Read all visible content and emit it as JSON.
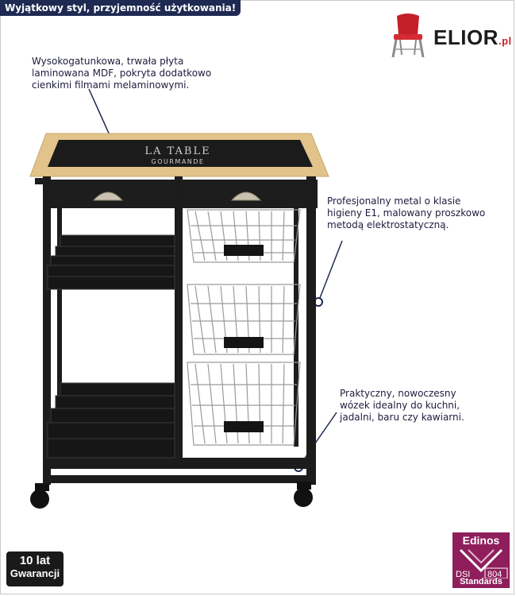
{
  "banner": {
    "text": "Wyjątkowy styl, przyjemność użytkowania!"
  },
  "logo": {
    "name": "ELIOR",
    "suffix": ".pl"
  },
  "notes": {
    "top": "Wysokogatunkowa, trwała płyta\nlaminowana MDF, pokryta dodatkowo\ncienkimi filmami melaminowymi.",
    "middle": "Profesjonalny metal o klasie\nhigieny E1, malowany proszkowo\nmetodą elektrostatyczną.",
    "bottom": "Praktyczny, nowoczesny\nwózek idealny do kuchni,\njadalni, baru czy kawiarni."
  },
  "product": {
    "board_line1": "LA TABLE",
    "board_line2": "GOURMANDE"
  },
  "badges": {
    "warranty_big": "10 lat",
    "warranty_small": "Gwarancji",
    "edinos_brand": "Edinos",
    "edinos_left": "DSI",
    "edinos_right": "804",
    "edinos_std": "Standards"
  },
  "colors": {
    "banner": "#1e2a52",
    "brand_red": "#c3202b",
    "edinos": "#8f1f5c",
    "wood": "#e2c38a",
    "metal": "#1c1c1c"
  }
}
